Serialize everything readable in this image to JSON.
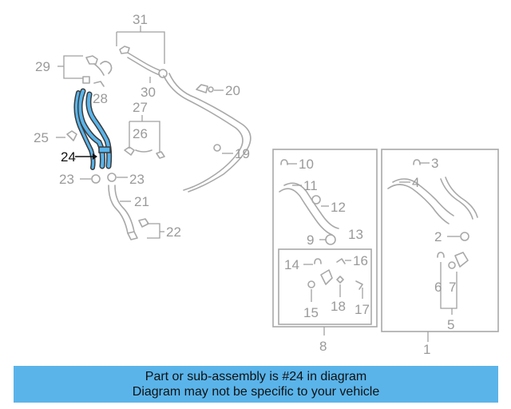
{
  "highlight_color": "#5ab4ea",
  "callouts": {
    "c1": "1",
    "c2": "2",
    "c3": "3",
    "c4": "4",
    "c5": "5",
    "c6": "6",
    "c7": "7",
    "c8": "8",
    "c9": "9",
    "c10": "10",
    "c11": "11",
    "c12": "12",
    "c13": "13",
    "c14": "14",
    "c15": "15",
    "c16": "16",
    "c17": "17",
    "c18": "18",
    "c19": "19",
    "c20": "20",
    "c21": "21",
    "c22": "22",
    "c23a": "23",
    "c23b": "23",
    "c24": "24",
    "c25": "25",
    "c26": "26",
    "c27": "27",
    "c28": "28",
    "c29": "29",
    "c30": "30",
    "c31": "31"
  },
  "caption": {
    "line1": "Part or sub-assembly is #24 in diagram",
    "line2": "Diagram may not be specific to your vehicle"
  }
}
